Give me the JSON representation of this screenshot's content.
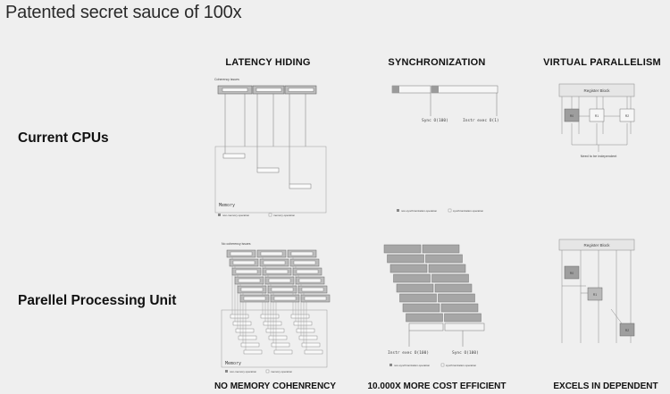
{
  "page": {
    "title": "Patented secret sauce of 100x"
  },
  "columns": [
    "LATENCY HIDING",
    "SYNCHRONIZATION",
    "VIRTUAL PARALLELISM"
  ],
  "rows": [
    "Current CPUs",
    "Parellel Processing Unit"
  ],
  "footers": [
    "NO MEMORY COHENRENCY",
    "10.000X MORE COST EFFICIENT",
    "EXCELS IN DEPENDENT"
  ],
  "diagrams": {
    "cpu_latency": {
      "label": "Coherency issues",
      "memory": "Memory",
      "legend": [
        "non-memory operation",
        "memory operation"
      ]
    },
    "cpu_sync": {
      "sync": "Sync O(100)",
      "instr": "Instr exec O(1)",
      "legend": [
        "non-synchronization operation",
        "synchronization operation"
      ]
    },
    "cpu_vp": {
      "register": "Register Block",
      "nodes": [
        "R0",
        "R1",
        "R2"
      ],
      "note": "Need to be independent"
    },
    "ppu_latency": {
      "label": "No coherency issues",
      "memory": "Memory",
      "legend": [
        "non-memory operation",
        "memory operation"
      ]
    },
    "ppu_sync": {
      "instr": "Instr exec O(100)",
      "sync": "Sync O(100)",
      "legend": [
        "non-synchronization operation",
        "synchronization operation"
      ]
    },
    "ppu_vp": {
      "register": "Register Block",
      "nodes": [
        "R0",
        "R1",
        "R2"
      ]
    }
  }
}
